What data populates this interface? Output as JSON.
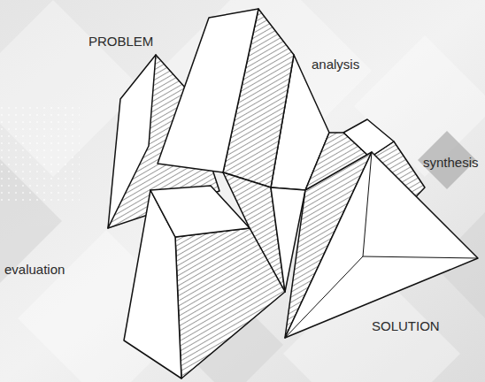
{
  "diagram": {
    "labels": [
      "PROBLEM",
      "analysis",
      "synthesis",
      "evaluation",
      "SOLUTION"
    ]
  }
}
